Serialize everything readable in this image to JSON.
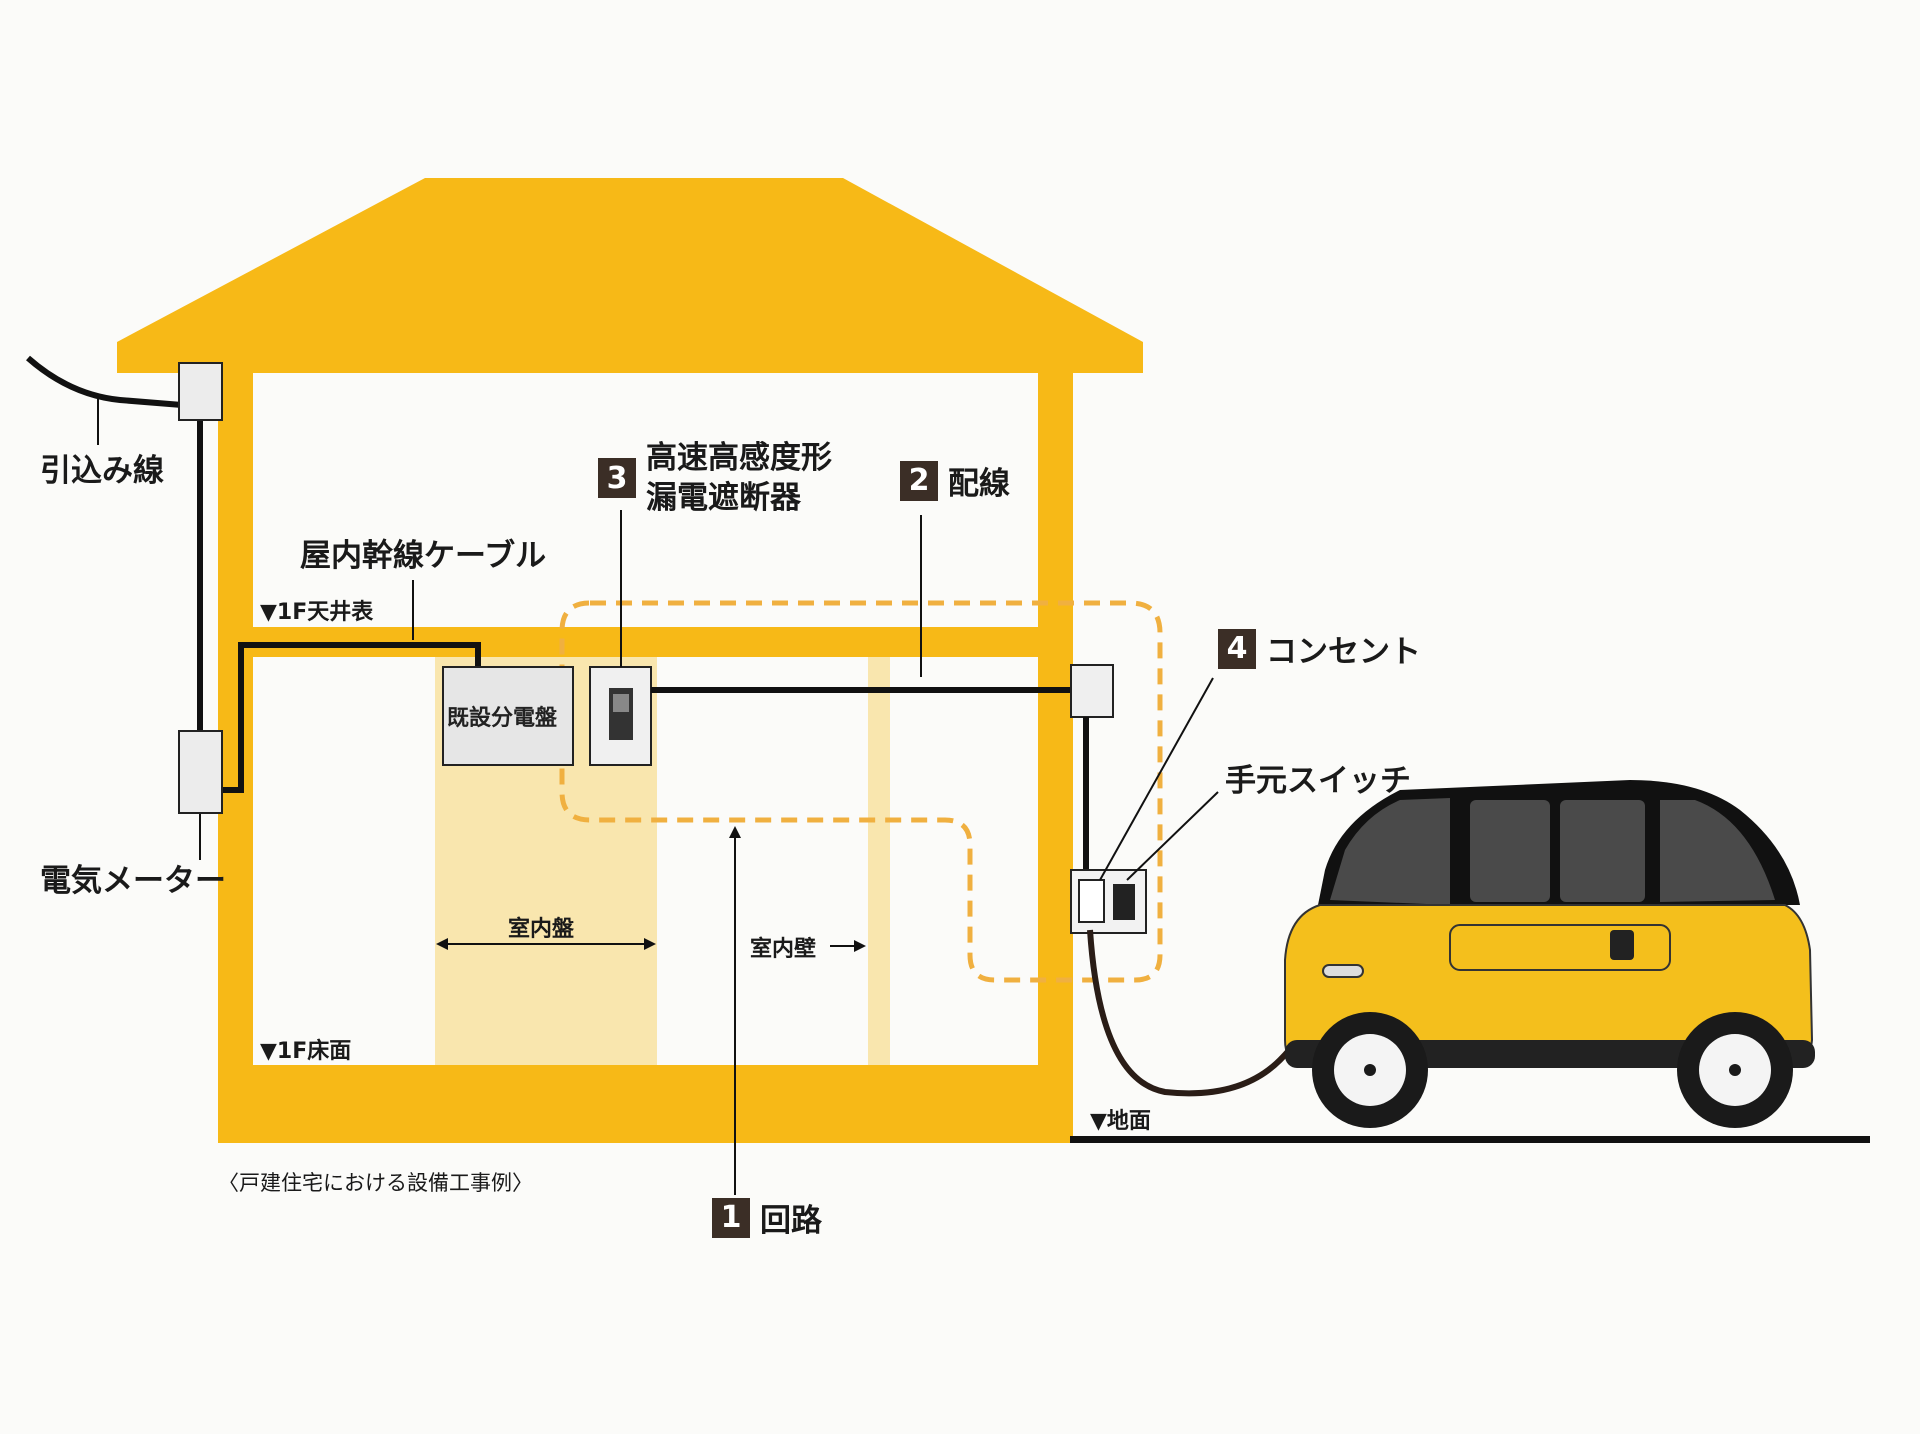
{
  "labels": {
    "service_drop": "引込み線",
    "electric_meter": "電気メーター",
    "trunk_cable": "屋内幹線ケーブル",
    "ceiling_mark": "▼1F天井表",
    "floor_mark": "▼1F床面",
    "ground_mark": "▼地面",
    "existing_panel": "既設分電盤",
    "indoor_panel": "室内盤",
    "indoor_wall": "室内壁",
    "hand_switch": "手元スイッチ",
    "caption": "〈戸建住宅における設備工事例〉"
  },
  "callouts": {
    "c1": {
      "num": "1",
      "text": "回路"
    },
    "c2": {
      "num": "2",
      "text": "配線"
    },
    "c3": {
      "num": "3",
      "line1": "高速高感度形",
      "line2": "漏電遮断器"
    },
    "c4": {
      "num": "4",
      "text": "コンセント"
    }
  },
  "colors": {
    "house": "#f7b917",
    "panel_zone": "#f9e6ae",
    "dashed_outline": "#f0b040",
    "wire": "#111111",
    "car_body": "#f4bf1c",
    "badge": "#3b2e26"
  }
}
